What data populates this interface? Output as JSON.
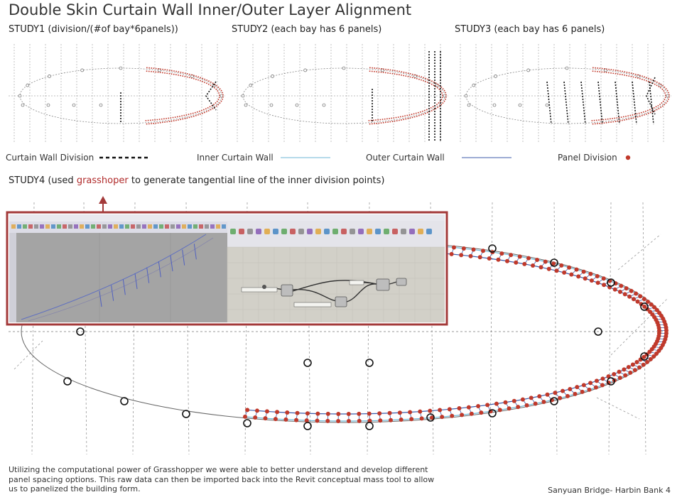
{
  "title": "Double Skin Curtain Wall Inner/Outer Layer Alignment",
  "studies": [
    {
      "label": "STUDY1 (division/(#of bay*6panels))"
    },
    {
      "label": "STUDY2 (each bay has 6 panels)"
    },
    {
      "label": "STUDY3 (each bay has 6 panels)"
    }
  ],
  "legend": {
    "curtain_wall_division": "Curtain Wall Division",
    "inner_curtain_wall": "Inner Curtain Wall",
    "outer_curtain_wall": "Outer Curtain Wall",
    "panel_division": "Panel Division"
  },
  "study4": {
    "prefix": "STUDY4 (used ",
    "highlight": "grasshoper",
    "suffix": " to generate tangential line of the inner division points)"
  },
  "description": "Utilizing the computational power of Grasshopper we were able to better understand and develop different panel spacing options. This raw data can then be imported back into the Revit conceptual mass tool to allow us to panelized the building form.",
  "footer": "Sanyuan Bridge- Harbin Bank 4",
  "colors": {
    "panel_dot": "#c0392b",
    "inner_line": "#6bb6d6",
    "outer_line": "#3b5aa8",
    "frame": "#a33a3a",
    "highlight_text": "#b02a2a"
  }
}
